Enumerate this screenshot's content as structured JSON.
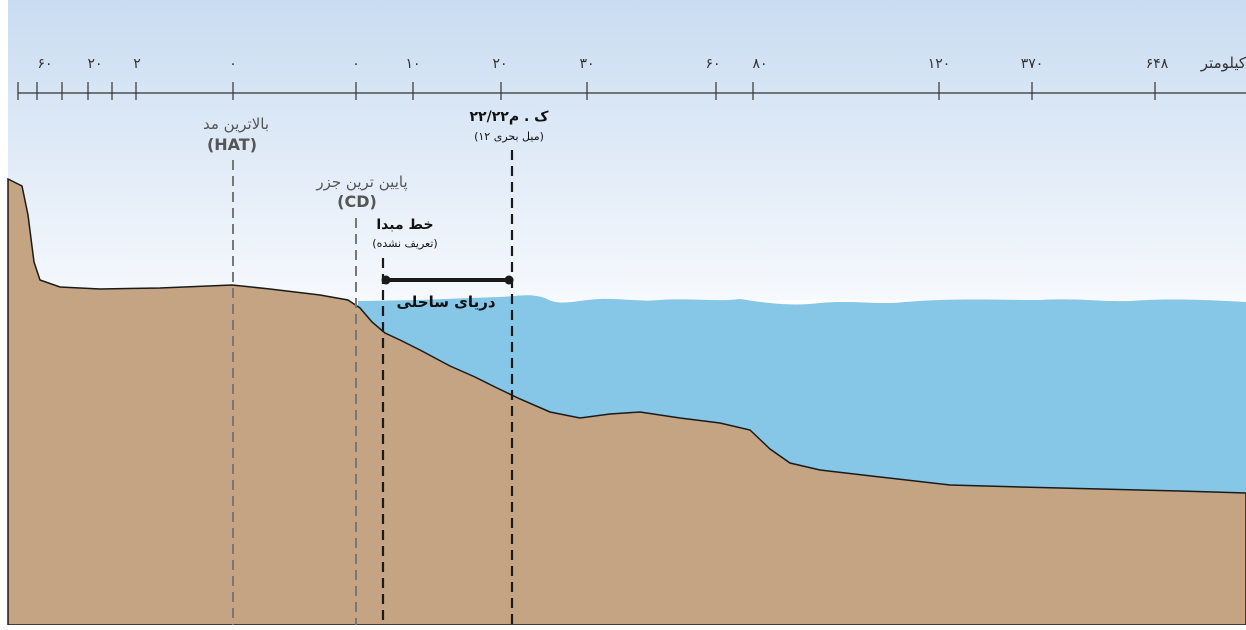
{
  "scale": {
    "unit": "کیلومتر",
    "ticks": [
      "۶۰",
      "۲۰",
      "۲",
      "۰",
      "۰",
      "۱۰",
      "۲۰",
      "۳۰",
      "۶۰",
      "۸۰",
      "۱۲۰",
      "۳۷۰",
      "۶۴۸"
    ]
  },
  "lines": {
    "hat": {
      "label": "بالاترین مد",
      "abbr": "(HAT)"
    },
    "cd": {
      "label": "پایین ترین جزر",
      "abbr": "(CD)"
    },
    "baseline": {
      "label": "خط مبدا",
      "sub": "(تعریف نشده)"
    },
    "limit_12nm": {
      "label": "۲۲/۲۲ک . م",
      "sub": "(۱۲ میل بحری)"
    }
  },
  "zones": {
    "territorial_sea": "دریای ساحلی"
  },
  "colors": {
    "sky_top": "#c9dcf1",
    "sky_bottom": "#f6f9fd",
    "land": "#c4a482",
    "sea": "#86c6e6",
    "outline": "#1a1a1a",
    "line_gray": "#777777",
    "line_dark": "#1a1a1a"
  }
}
